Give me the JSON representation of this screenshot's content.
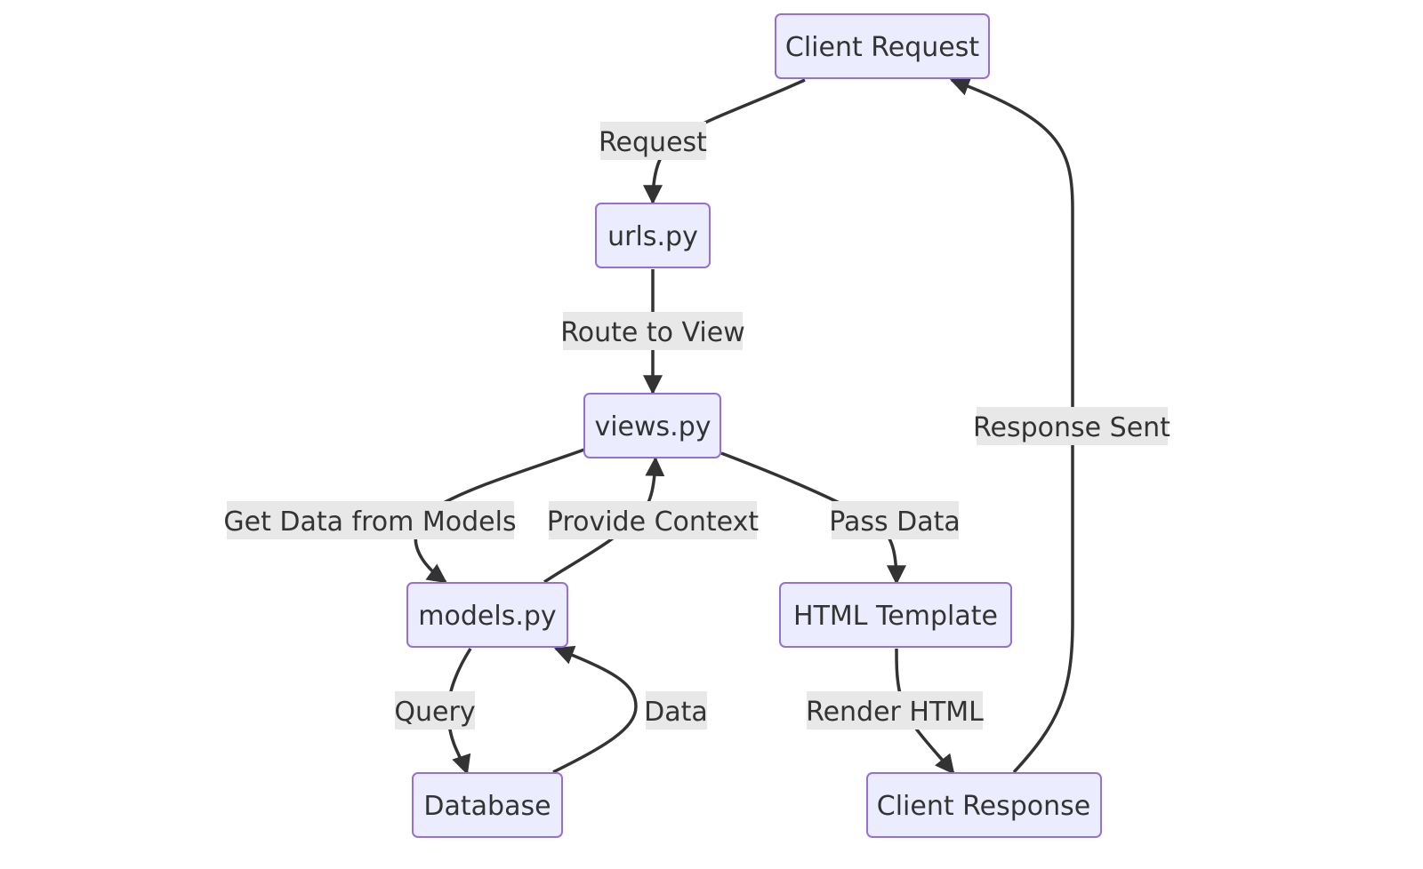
{
  "diagram": {
    "type": "flowchart",
    "colors": {
      "node_fill": "#ececff",
      "node_border": "#9370db",
      "edge": "#333333",
      "label_background": "#e8e8e8",
      "text": "#333333"
    },
    "nodes": {
      "client_request": "Client Request",
      "urls": "urls.py",
      "views": "views.py",
      "models": "models.py",
      "html_template": "HTML Template",
      "database": "Database",
      "client_response": "Client Response"
    },
    "edges": [
      {
        "from": "client_request",
        "to": "urls",
        "label": "Request"
      },
      {
        "from": "urls",
        "to": "views",
        "label": "Route to View"
      },
      {
        "from": "views",
        "to": "models",
        "label": "Get Data from Models"
      },
      {
        "from": "models",
        "to": "views",
        "label": "Provide Context"
      },
      {
        "from": "views",
        "to": "html_template",
        "label": "Pass Data"
      },
      {
        "from": "models",
        "to": "database",
        "label": "Query"
      },
      {
        "from": "database",
        "to": "models",
        "label": "Data"
      },
      {
        "from": "html_template",
        "to": "client_response",
        "label": "Render HTML"
      },
      {
        "from": "client_response",
        "to": "client_request",
        "label": "Response Sent"
      }
    ]
  }
}
